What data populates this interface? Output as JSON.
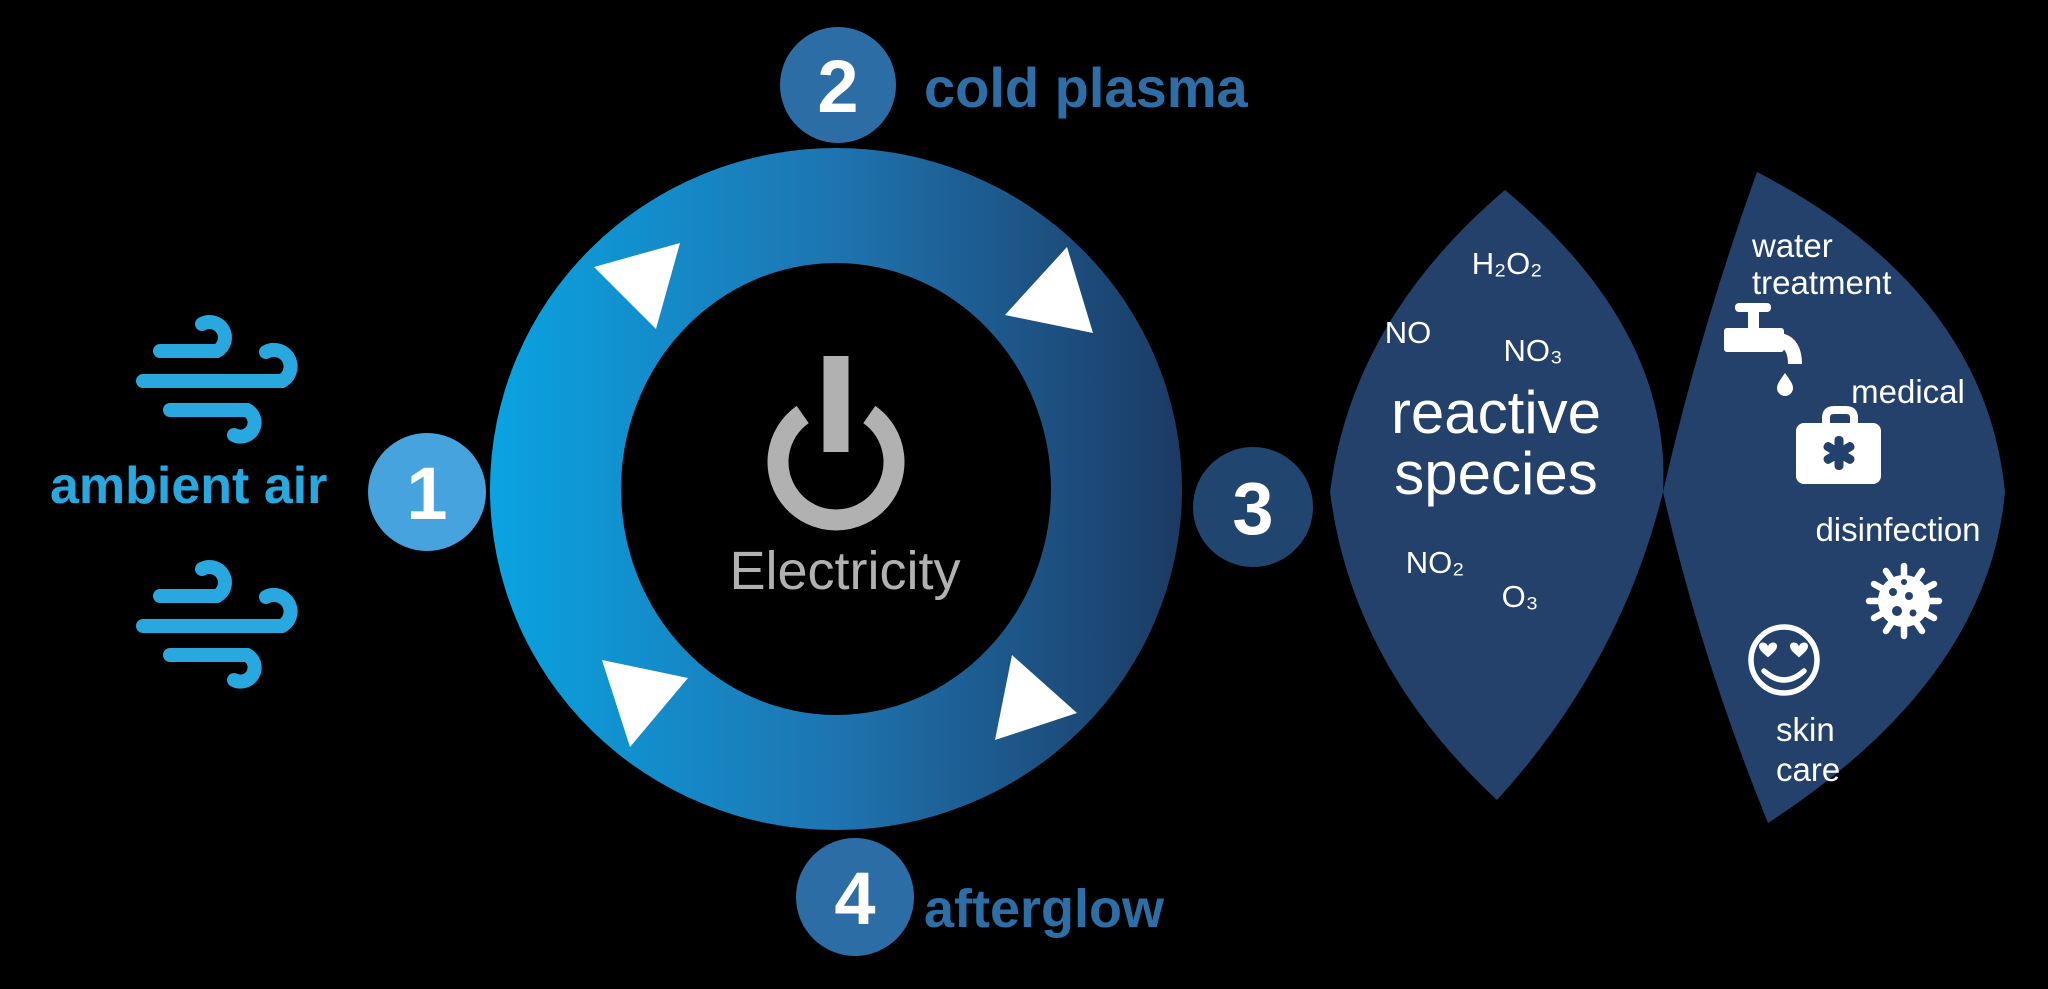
{
  "diagram": {
    "title": "cold plasma process diagram",
    "colors": {
      "background": "#000000",
      "ring_gradient_start": "#0aa3e2",
      "ring_gradient_mid": "#1e74b0",
      "ring_gradient_end": "#1c3a63",
      "badge_light_blue": "#47a3dd",
      "badge_steel_blue": "#2d6da6",
      "badge_navy": "#20456e",
      "lens_navy": "#24416b",
      "accent_cyan": "#29a8e0",
      "label_blue": "#2d6ea7",
      "gray": "#b1b1b1",
      "white": "#ffffff"
    },
    "center": {
      "icon": "power-icon",
      "label": "Electricity"
    },
    "steps": {
      "one": {
        "number": "1",
        "label": "ambient air"
      },
      "two": {
        "number": "2",
        "label": "cold plasma"
      },
      "three": {
        "number": "3"
      },
      "four": {
        "number": "4",
        "label": "afterglow"
      }
    },
    "ambient_air_icons": [
      "wind-icon",
      "wind-icon"
    ],
    "reactive_species": {
      "line1": "reactive",
      "line2": "species",
      "formula_h2o2": "H₂O₂",
      "formula_no": "NO",
      "formula_no3": "NO₃",
      "formula_no2": "NO₂",
      "formula_o3": "O₃"
    },
    "applications": {
      "water_line1": "water",
      "water_line2": "treatment",
      "medical_label": "medical",
      "disinfection_label": "disinfection",
      "skin_line1": "skin",
      "skin_line2": "care",
      "icons": [
        "faucet-icon",
        "medical-case-icon",
        "virus-icon",
        "smiley-heart-eyes-icon"
      ]
    }
  }
}
